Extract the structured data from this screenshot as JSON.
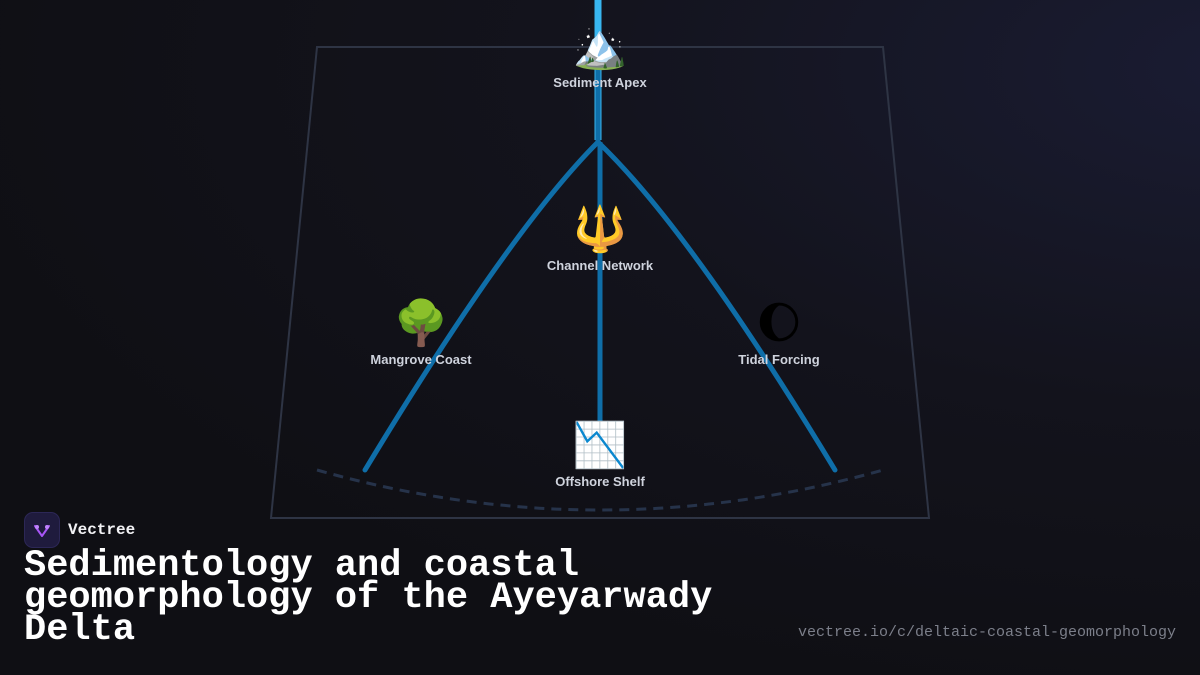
{
  "nodes": {
    "apex": {
      "icon": "🏔️",
      "icon_name": "mountain-icon",
      "label": "Sediment Apex"
    },
    "channel": {
      "icon": "🔱",
      "icon_name": "trident-icon",
      "label": "Channel Network"
    },
    "coast": {
      "icon": "🌳",
      "icon_name": "tree-icon",
      "label": "Mangrove Coast"
    },
    "tidal": {
      "icon": "🌔",
      "icon_name": "moon-icon",
      "label": "Tidal Forcing"
    },
    "shelf": {
      "icon": "📉",
      "icon_name": "chart-down-icon",
      "label": "Offshore Shelf"
    }
  },
  "brand": {
    "name": "Vectree"
  },
  "title": "Sedimentology and coastal geomorphology of the Ayeyarwady Delta",
  "url": "vectree.io/c/deltaic-coastal-geomorphology",
  "colors": {
    "channel_line": "#0f6ea8",
    "channel_highlight": "#38b6f0",
    "frame": "#2e3444",
    "shoreline_dash": "#26334a",
    "logo_accent": "#a855f7"
  }
}
